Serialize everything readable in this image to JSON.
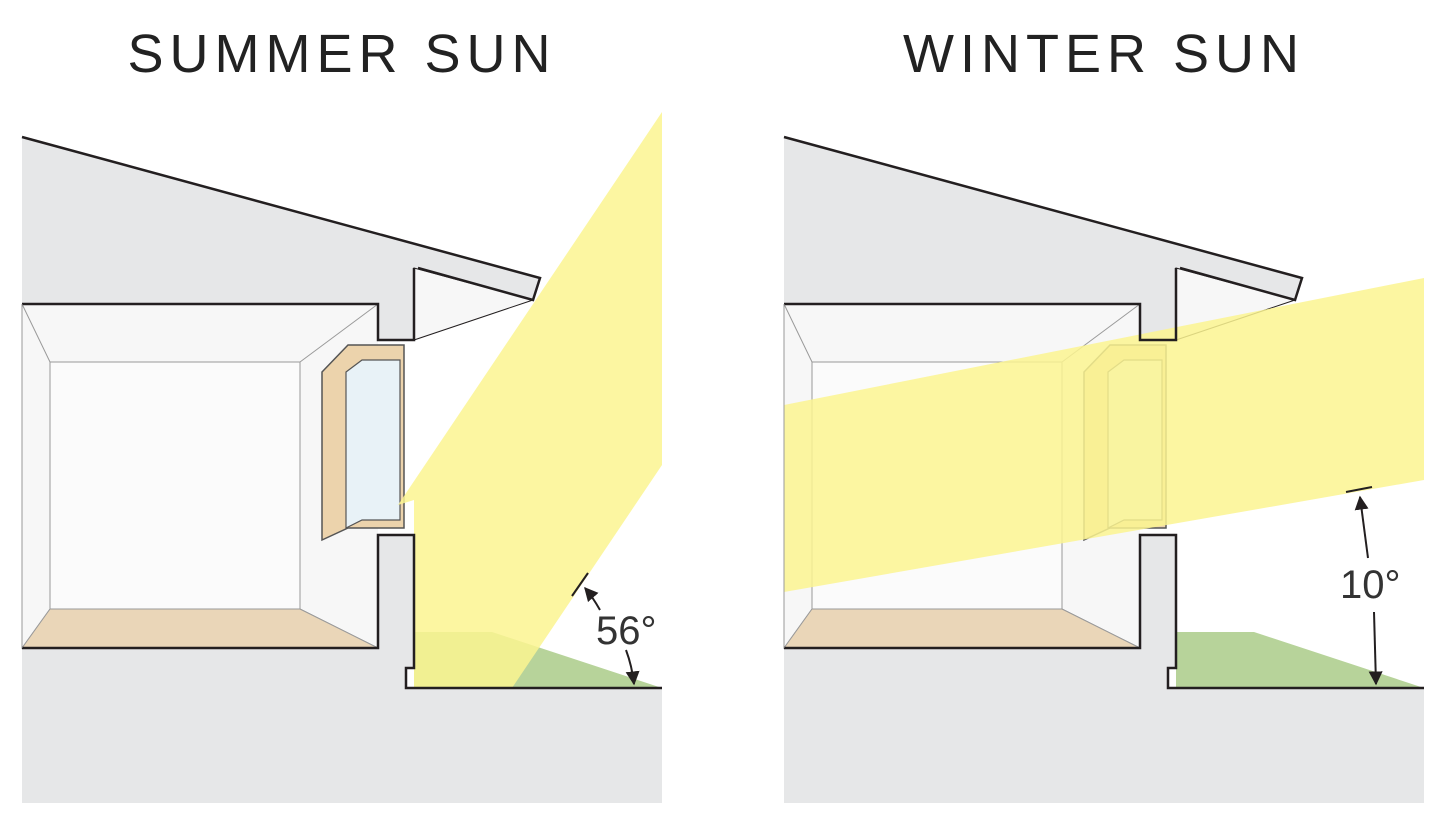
{
  "panels": [
    {
      "title": "SUMMER SUN",
      "angle_label": "56°",
      "sun_angle_deg": 56
    },
    {
      "title": "WINTER SUN",
      "angle_label": "10°",
      "sun_angle_deg": 10
    }
  ],
  "colors": {
    "wall": "#e6e7e8",
    "room": "#f6f6f6",
    "floor": "#ead6b8",
    "window_frame": "#ecd3ac",
    "sunlight": "#fbf591",
    "grass": "#b7d39a",
    "outline": "#231f20"
  }
}
